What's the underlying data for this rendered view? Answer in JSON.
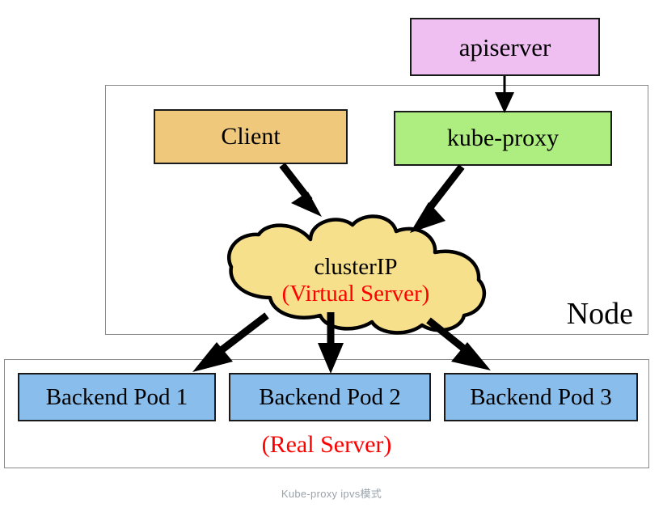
{
  "diagram": {
    "caption": "Kube-proxy ipvs模式",
    "colors": {
      "apiserver_fill": "#efbff2",
      "client_fill": "#efc87c",
      "kubeproxy_fill": "#aeee80",
      "cloud_fill": "#f7e08c",
      "pod_fill": "#89bdec",
      "accent_red": "#ff0000",
      "stroke": "#1a1a1a",
      "container_border": "#8a8a8a",
      "caption_color": "#9aa3ab",
      "background": "#ffffff"
    },
    "apiserver": {
      "label": "apiserver"
    },
    "node": {
      "label": "Node",
      "client": {
        "label": "Client"
      },
      "kube_proxy": {
        "label": "kube-proxy"
      },
      "cluster_ip": {
        "title": "clusterIP",
        "subtitle": "(Virtual Server)"
      }
    },
    "backends": {
      "real_server_label": "(Real Server)",
      "pods": [
        {
          "label": "Backend Pod 1"
        },
        {
          "label": "Backend Pod 2"
        },
        {
          "label": "Backend Pod 3"
        }
      ]
    },
    "edges": [
      {
        "from": "apiserver",
        "to": "kube-proxy",
        "style": "thin-arrow"
      },
      {
        "from": "client",
        "to": "clusterIP",
        "style": "thick-arrow"
      },
      {
        "from": "kube-proxy",
        "to": "clusterIP",
        "style": "thick-arrow"
      },
      {
        "from": "clusterIP",
        "to": "Backend Pod 1",
        "style": "thick-arrow"
      },
      {
        "from": "clusterIP",
        "to": "Backend Pod 2",
        "style": "thick-arrow"
      },
      {
        "from": "clusterIP",
        "to": "Backend Pod 3",
        "style": "thick-arrow"
      }
    ]
  }
}
